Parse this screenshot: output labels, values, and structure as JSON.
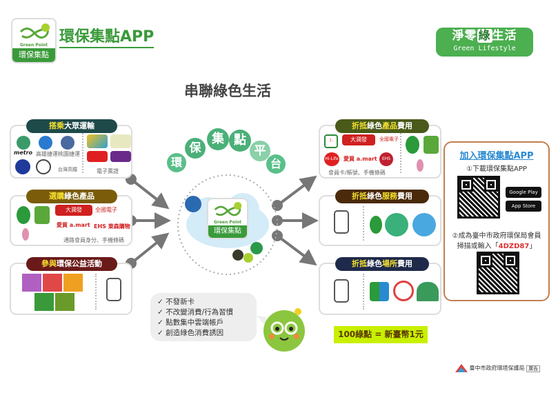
{
  "header": {
    "logo_english": "Green Point",
    "logo_label": "環保集點",
    "title": "環保集點APP",
    "badge_line1_a": "淨零",
    "badge_line1_b": "綠",
    "badge_line1_c": "生活",
    "badge_line2": "Green Lifestyle",
    "heading": "串聯綠色生活"
  },
  "left_panels": [
    {
      "title_hl": "搭乘",
      "title_rest": "大眾運輸",
      "color": "#1f4a4a",
      "logos": [
        "metro",
        "高雄捷運",
        "桃園捷運",
        "台灣高鐵"
      ],
      "caption": "電子票證"
    },
    {
      "title_hl": "選購",
      "title_rest": "綠色產品",
      "color": "#7a5c0a",
      "logos": [
        "大潤發",
        "全國電子",
        "愛買 a.mart",
        "EHS 東森購物"
      ],
      "caption": "通路會員身分、手機條碼"
    },
    {
      "title_hl": "參與",
      "title_rest": "環保公益活動",
      "color": "#6b1a1a",
      "caption": ""
    }
  ],
  "right_panels": [
    {
      "title_a": "折抵",
      "title_b": "綠色",
      "title_hl": "產品",
      "title_c": "費用",
      "color": "#4a5a1a",
      "logos": [
        "7-ELEVEn",
        "大潤發",
        "全國電子",
        "Hi-Life",
        "愛買 a.mart",
        "EHS"
      ],
      "caption": "會員卡/帳號、手機條碼"
    },
    {
      "title_a": "折抵",
      "title_b": "綠色",
      "title_hl": "服務",
      "title_c": "費用",
      "color": "#4a2a0a"
    },
    {
      "title_a": "折抵",
      "title_b": "綠色",
      "title_hl": "場所",
      "title_c": "費用",
      "color": "#1f2a4a"
    }
  ],
  "platform": {
    "chars": [
      "環",
      "保",
      "集",
      "點",
      "平",
      "台"
    ],
    "logo_english": "Green Point",
    "logo_label": "環保集點"
  },
  "benefits": [
    "✓ 不發新卡",
    "✓ 不改變消費/行為習慣",
    "✓ 點數集中雲端帳戶",
    "✓ 創造綠色消費誘因"
  ],
  "exchange_rate": "100綠點 = 新臺幣1元",
  "join": {
    "title": "加入環保集點APP",
    "step1": "①下載環保集點APP",
    "google_play": "Google Play",
    "app_store": "App Store",
    "step2": "②成為臺中市政府環保局會員",
    "step2_b": "掃描或輸入「",
    "code": "4DZD87",
    "step2_c": "」"
  },
  "footer": {
    "org": "臺中市政府環境保護局",
    "tag": "廣告"
  },
  "colors": {
    "brand_green": "#3a9a3a",
    "highlight": "#f5e030",
    "rate_bg": "#c8f000",
    "card_border": "#c08050"
  }
}
